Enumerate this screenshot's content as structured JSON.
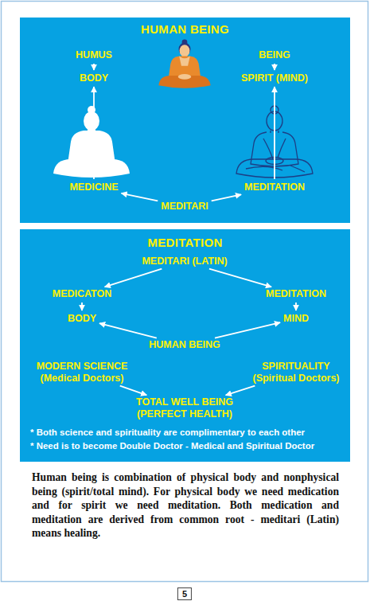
{
  "diagram": {
    "nodes": [
      {
        "text": [
          "HUMAN BEING"
        ]
      },
      {
        "text": [
          "HUMUS"
        ],
        "in": 0
      },
      {
        "text": [
          "BEING"
        ],
        "in": 0
      },
      {
        "text": [
          "BODY"
        ],
        "in": 0
      },
      {
        "text": [
          "SPIRIT (MIND)"
        ],
        "in": 0
      },
      {
        "text": [
          "MEDICINE"
        ],
        "in": 0
      },
      {
        "text": [
          "MEDITATION"
        ],
        "in": 0
      },
      {
        "text": [
          "MEDITARI"
        ],
        "in": 0
      },
      {
        "text": [
          "MEDITATION"
        ]
      },
      {
        "text": [
          "MEDITARI (LATIN)"
        ],
        "in": 8
      },
      {
        "text": [
          "MEDICATON"
        ],
        "in": 8
      },
      {
        "text": [
          "MEDITATION"
        ],
        "in": 8
      },
      {
        "text": [
          "BODY"
        ],
        "in": 8
      },
      {
        "text": [
          "MIND"
        ],
        "in": 8
      },
      {
        "text": [
          "HUMAN BEING"
        ],
        "in": 8
      },
      {
        "text": [
          "MODERN SCIENCE (Medical Doctors)"
        ],
        "in": 8
      },
      {
        "text": [
          "SPIRITUALITY (Spiritual Doctors)"
        ],
        "in": 8
      },
      {
        "text": [
          "TOTAL WELL BEING (PERFECT HEALTH)"
        ],
        "in": 8
      },
      {
        "text": [
          "5"
        ]
      }
    ],
    "edges": [
      {
        "from": 1,
        "to": 3,
        "arrow": "to"
      },
      {
        "from": 2,
        "to": 4,
        "arrow": "to"
      },
      {
        "from": 5,
        "to": 3,
        "arrow": "to"
      },
      {
        "from": 6,
        "to": 4,
        "arrow": "to"
      },
      {
        "from": 7,
        "to": 5,
        "arrow": "to"
      },
      {
        "from": 7,
        "to": 6,
        "arrow": "to"
      },
      {
        "from": 9,
        "to": 10,
        "arrow": "to"
      },
      {
        "from": 9,
        "to": 11,
        "arrow": "to"
      },
      {
        "from": 10,
        "to": 12,
        "arrow": "to"
      },
      {
        "from": 11,
        "to": 13,
        "arrow": "to"
      },
      {
        "from": 14,
        "to": 12,
        "arrow": "to"
      },
      {
        "from": 14,
        "to": 13,
        "arrow": "to"
      },
      {
        "from": 15,
        "to": 17,
        "arrow": "to"
      },
      {
        "from": 16,
        "to": 17,
        "arrow": "to"
      }
    ],
    "labels": [
      "* Both science and spirituality are complimentary to each other",
      "* Need is to become Double Doctor - Medical and Spiritual Doctor",
      "Human being is combination of physical body and nonphysical being (spirit/total mind). For physical body we need medication and for spirit we need meditation. Both medication and meditation are derived from common root - meditari (Latin) means healing."
    ]
  }
}
